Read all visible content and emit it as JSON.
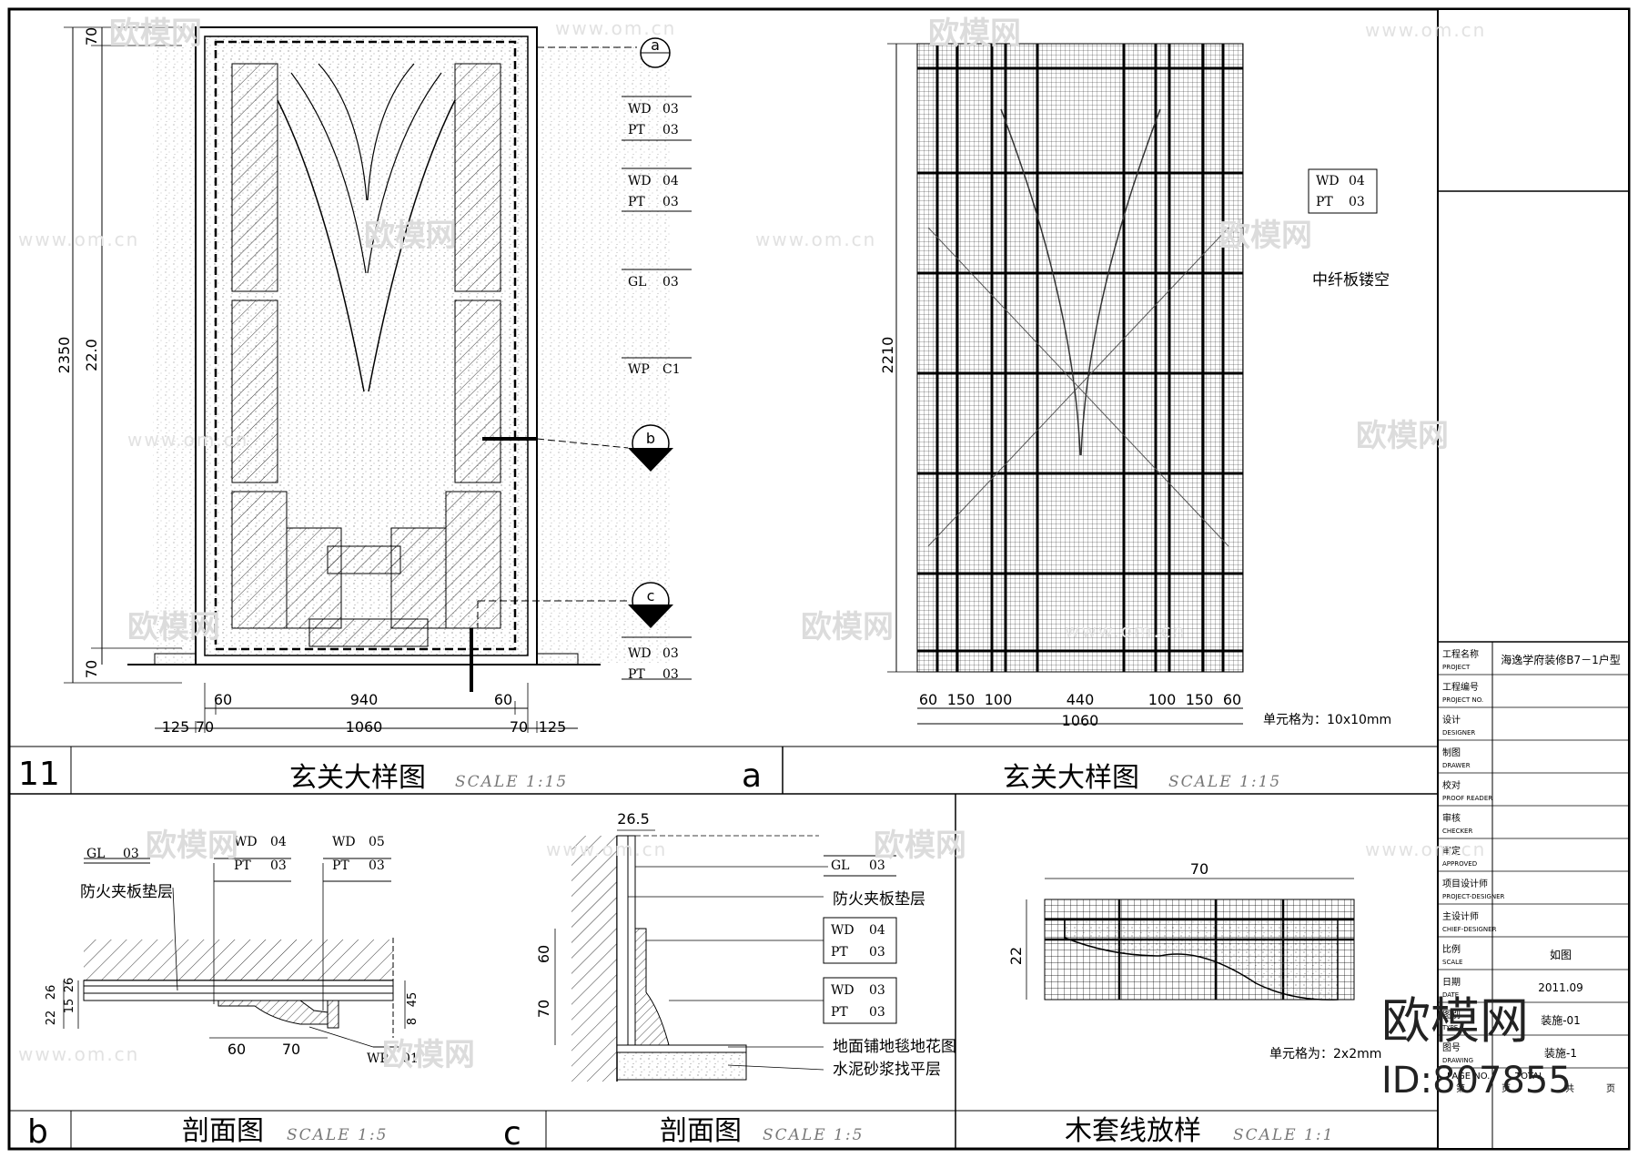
{
  "watermark": {
    "brand": "欧模网",
    "url": "www.om.cn",
    "id": "ID:807855"
  },
  "elevation": {
    "dims_left": [
      "70",
      "2350",
      "22.0",
      "70"
    ],
    "dims_bottom": [
      "60",
      "940",
      "60",
      "125",
      "70",
      "1060",
      "70",
      "125"
    ],
    "markers": {
      "a": "a",
      "b": "b",
      "c": "c"
    },
    "tags": [
      {
        "code": "WD",
        "num": "03"
      },
      {
        "code": "PT",
        "num": "03"
      },
      {
        "code": "WD",
        "num": "04"
      },
      {
        "code": "PT",
        "num": "03"
      },
      {
        "code": "GL",
        "num": "03"
      },
      {
        "code": "WP",
        "num": "C1"
      },
      {
        "code": "WD",
        "num": "03"
      },
      {
        "code": "PT",
        "num": "03"
      }
    ],
    "sheet_no": "11",
    "title": "玄关大样图",
    "scale": "SCALE 1:15",
    "letter": "a"
  },
  "grid_detail": {
    "dim_height": "2210",
    "dims_bottom": [
      "60",
      "150",
      "100",
      "440",
      "100",
      "150",
      "60"
    ],
    "dim_total": "1060",
    "tag": {
      "code1": "WD",
      "num1": "04",
      "code2": "PT",
      "num2": "03"
    },
    "note": "中纤板镂空",
    "unit_note": "单元格为：10x10mm",
    "title": "玄关大样图",
    "scale": "SCALE 1:15"
  },
  "section_b": {
    "tags": [
      {
        "code": "GL",
        "num": "03"
      },
      {
        "code": "WD",
        "num": "04"
      },
      {
        "code": "PT",
        "num": "03"
      },
      {
        "code": "WD",
        "num": "05"
      },
      {
        "code": "PT",
        "num": "03"
      },
      {
        "code": "WP",
        "num": "01"
      }
    ],
    "note": "防火夹板垫层",
    "dims": [
      "26",
      "22",
      "15",
      "26",
      "45",
      "8",
      "60",
      "70"
    ],
    "letter": "b",
    "title": "剖面图",
    "scale": "SCALE 1:5"
  },
  "section_c": {
    "dim_top": "26.5",
    "dims_left": [
      "60",
      "70"
    ],
    "tags": [
      {
        "code": "GL",
        "num": "03"
      },
      {
        "code": "WD",
        "num": "04"
      },
      {
        "code": "PT",
        "num": "03"
      },
      {
        "code": "WD",
        "num": "03"
      },
      {
        "code": "PT",
        "num": "03"
      }
    ],
    "notes": [
      "防火夹板垫层",
      "地面铺地毯地花图",
      "水泥砂浆找平层"
    ],
    "letter": "c",
    "title": "剖面图",
    "scale": "SCALE 1:5"
  },
  "molding": {
    "dim_width": "70",
    "dim_height": "22",
    "unit_note": "单元格为：2x2mm",
    "title": "木套线放样",
    "scale": "SCALE 1:1"
  },
  "title_block": {
    "rows": [
      {
        "cn": "工程名称",
        "en": "PROJECT",
        "value": "海逸学府装修B7－1户型"
      },
      {
        "cn": "工程编号",
        "en": "PROJECT NO.",
        "value": ""
      },
      {
        "cn": "设计",
        "en": "DESIGNER",
        "value": ""
      },
      {
        "cn": "制图",
        "en": "DRAWER",
        "value": ""
      },
      {
        "cn": "校对",
        "en": "PROOF READER",
        "value": ""
      },
      {
        "cn": "审核",
        "en": "CHECKER",
        "value": ""
      },
      {
        "cn": "审定",
        "en": "APPROVED",
        "value": ""
      },
      {
        "cn": "项目设计师",
        "en": "PROJECT-DESIGNER",
        "value": ""
      },
      {
        "cn": "主设计师",
        "en": "CHIEF-DESIGNER",
        "value": ""
      },
      {
        "cn": "比例",
        "en": "SCALE",
        "value": "如图"
      },
      {
        "cn": "日期",
        "en": "DATE",
        "value": "2011.09"
      },
      {
        "cn": "图别",
        "en": "TYPE",
        "value": "装施-01"
      },
      {
        "cn": "图号",
        "en": "DRAWING",
        "value": "装施-1"
      }
    ],
    "bottom": [
      "PAGE NO.",
      "TOTAL",
      "第",
      "页",
      "共",
      "页"
    ]
  }
}
